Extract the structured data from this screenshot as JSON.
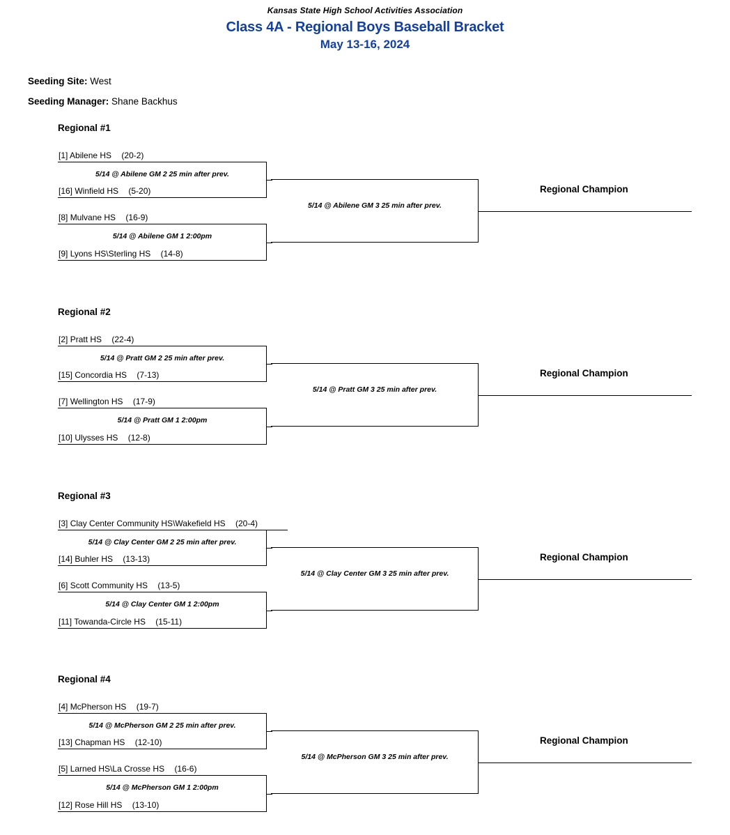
{
  "header": {
    "association": "Kansas State High School Activities Association",
    "title": "Class 4A - Regional Boys Baseball Bracket",
    "dates": "May 13-16, 2024",
    "title_color": "#13409c"
  },
  "seeding": {
    "site_label": "Seeding Site:",
    "site_value": "West",
    "manager_label": "Seeding Manager:",
    "manager_value": "Shane Backhus"
  },
  "champion_label": "Regional Champion",
  "regionals": [
    {
      "title": "Regional #1",
      "teams": [
        {
          "seed": "[1]",
          "name": "Abilene HS",
          "record": "(20-2)"
        },
        {
          "seed": "[16]",
          "name": "Winfield HS",
          "record": "(5-20)"
        },
        {
          "seed": "[8]",
          "name": "Mulvane HS",
          "record": "(16-9)"
        },
        {
          "seed": "[9]",
          "name": "Lyons HS\\Sterling HS",
          "record": "(14-8)"
        }
      ],
      "game2": "5/14 @ Abilene GM 2 25 min after prev.",
      "game1": "5/14 @ Abilene GM 1 2:00pm",
      "game3": "5/14 @ Abilene GM 3 25 min after prev.",
      "champion": "Regional Champion"
    },
    {
      "title": "Regional #2",
      "teams": [
        {
          "seed": "[2]",
          "name": "Pratt HS",
          "record": "(22-4)"
        },
        {
          "seed": "[15]",
          "name": "Concordia HS",
          "record": "(7-13)"
        },
        {
          "seed": "[7]",
          "name": "Wellington HS",
          "record": "(17-9)"
        },
        {
          "seed": "[10]",
          "name": "Ulysses HS",
          "record": "(12-8)"
        }
      ],
      "game2": "5/14 @ Pratt GM 2 25 min after prev.",
      "game1": "5/14 @ Pratt GM 1 2:00pm",
      "game3": "5/14 @ Pratt GM 3 25 min after prev.",
      "champion": "Regional Champion"
    },
    {
      "title": "Regional #3",
      "teams": [
        {
          "seed": "[3]",
          "name": "Clay Center Community HS\\Wakefield HS",
          "record": "(20-4)"
        },
        {
          "seed": "[14]",
          "name": "Buhler HS",
          "record": "(13-13)"
        },
        {
          "seed": "[6]",
          "name": "Scott Community HS",
          "record": "(13-5)"
        },
        {
          "seed": "[11]",
          "name": "Towanda-Circle HS",
          "record": "(15-11)"
        }
      ],
      "game2": "5/14 @ Clay Center GM 2 25 min after prev.",
      "game1": "5/14 @ Clay Center GM 1 2:00pm",
      "game3": "5/14 @ Clay Center GM 3 25 min after prev.",
      "champion": "Regional Champion"
    },
    {
      "title": "Regional #4",
      "teams": [
        {
          "seed": "[4]",
          "name": "McPherson HS",
          "record": "(19-7)"
        },
        {
          "seed": "[13]",
          "name": "Chapman HS",
          "record": "(12-10)"
        },
        {
          "seed": "[5]",
          "name": "Larned HS\\La Crosse HS",
          "record": "(16-6)"
        },
        {
          "seed": "[12]",
          "name": "Rose Hill HS",
          "record": "(13-10)"
        }
      ],
      "game2": "5/14 @ McPherson GM 2 25 min after prev.",
      "game1": "5/14 @ McPherson GM 1 2:00pm",
      "game3": "5/14 @ McPherson GM 3 25 min after prev.",
      "champion": "Regional Champion"
    }
  ]
}
